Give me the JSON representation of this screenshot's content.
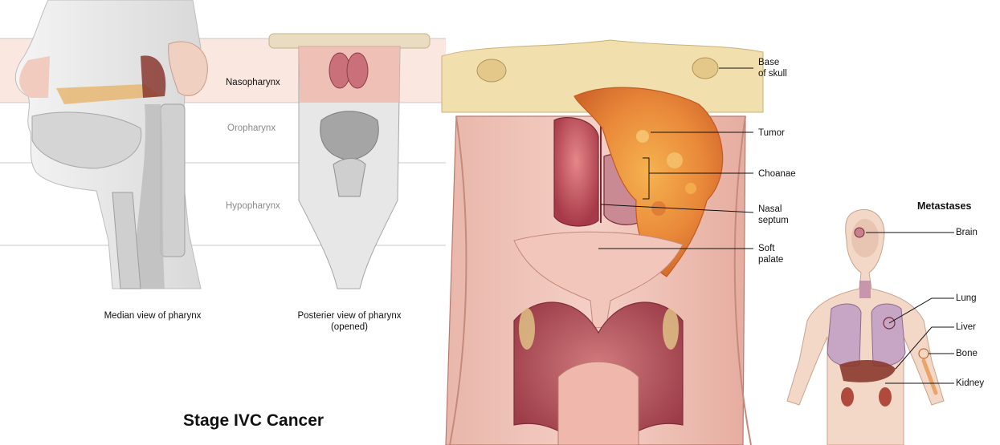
{
  "regions": {
    "nasopharynx": "Nasopharynx",
    "oropharynx": "Oropharynx",
    "hypopharynx": "Hypopharynx"
  },
  "captions": {
    "median": "Median view of pharynx",
    "posterior": "Posterier view of pharynx\n(opened)"
  },
  "labels": {
    "base_of_skull": "Base\nof skull",
    "tumor": "Tumor",
    "choanae": "Choanae",
    "nasal_septum": "Nasal\nseptum",
    "soft_palate": "Soft\npalate"
  },
  "metastases": {
    "title": "Metastases",
    "brain": "Brain",
    "lung": "Lung",
    "liver": "Liver",
    "bone": "Bone",
    "kidney": "Kidney"
  },
  "stage_title": "Stage IVC Cancer",
  "colors": {
    "tumor": "#e9893a",
    "mucosa": "#e8a59a",
    "tongue": "#b8555d",
    "bone": "#f1dfae",
    "highlight_band": "#f6d3c7"
  }
}
